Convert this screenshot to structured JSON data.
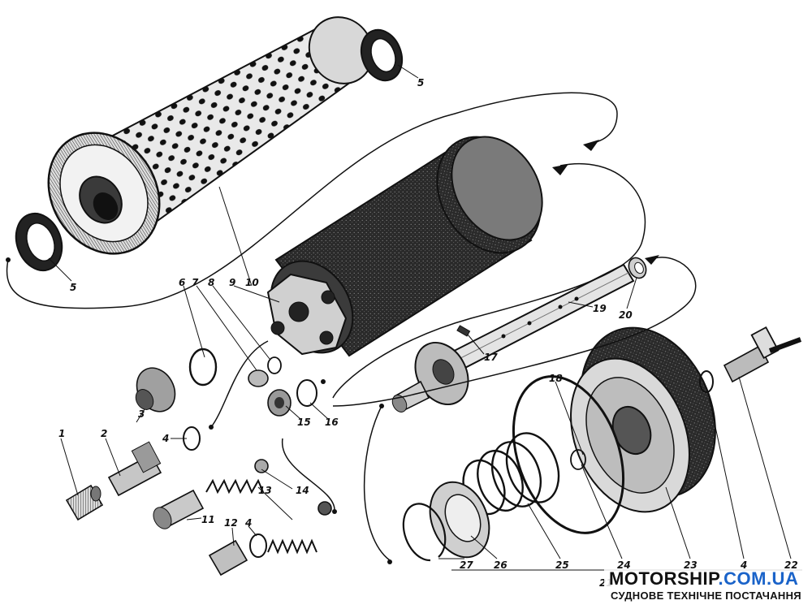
{
  "callouts": {
    "c1": "1",
    "c2": "2",
    "c3": "3",
    "c4a": "4",
    "c4b": "4",
    "c4c": "4",
    "c5a": "5",
    "c5b": "5",
    "c6": "6",
    "c7": "7",
    "c8": "8",
    "c9": "9",
    "c10": "10",
    "c11": "11",
    "c12": "12",
    "c13": "13",
    "c14": "14",
    "c15": "15",
    "c16": "16",
    "c17": "17",
    "c18": "18",
    "c19": "19",
    "c20": "20",
    "c21": "21",
    "c22": "22",
    "c23": "23",
    "c24": "24",
    "c25": "25",
    "c26": "26",
    "c27": "27"
  },
  "watermark": {
    "brand_main": "MOTORSHIP",
    "brand_domain": ".COM.UA",
    "tagline": "СУДНОВЕ ТЕХНІЧНЕ ПОСТАЧАННЯ",
    "colors": {
      "main": "#111111",
      "domain": "#1a63c9"
    }
  }
}
